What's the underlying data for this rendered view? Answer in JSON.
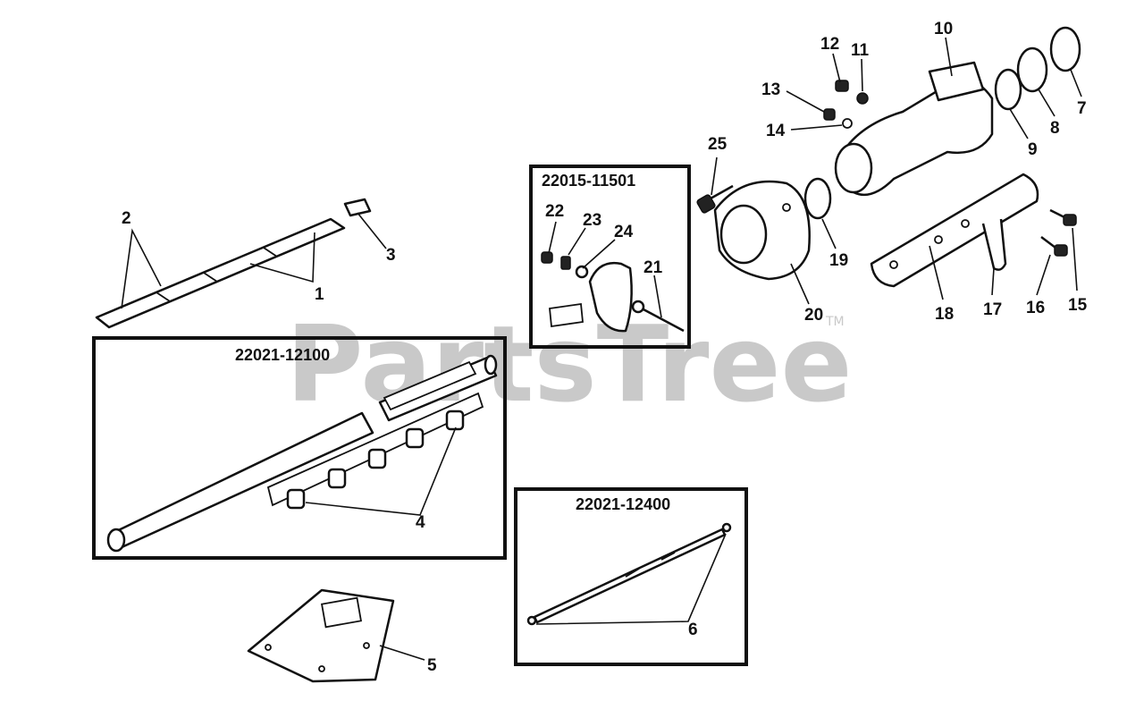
{
  "watermark": {
    "text": "PartsTree",
    "trademark": "TM"
  },
  "kits": [
    {
      "id": "kit-clamp",
      "number": "22015-11501"
    },
    {
      "id": "kit-tube",
      "number": "22021-12100"
    },
    {
      "id": "kit-shaft",
      "number": "22021-12400"
    }
  ],
  "callouts": [
    "1",
    "2",
    "3",
    "4",
    "5",
    "6",
    "7",
    "8",
    "9",
    "10",
    "11",
    "12",
    "13",
    "14",
    "15",
    "16",
    "17",
    "18",
    "19",
    "20",
    "21",
    "22",
    "23",
    "24",
    "25"
  ]
}
